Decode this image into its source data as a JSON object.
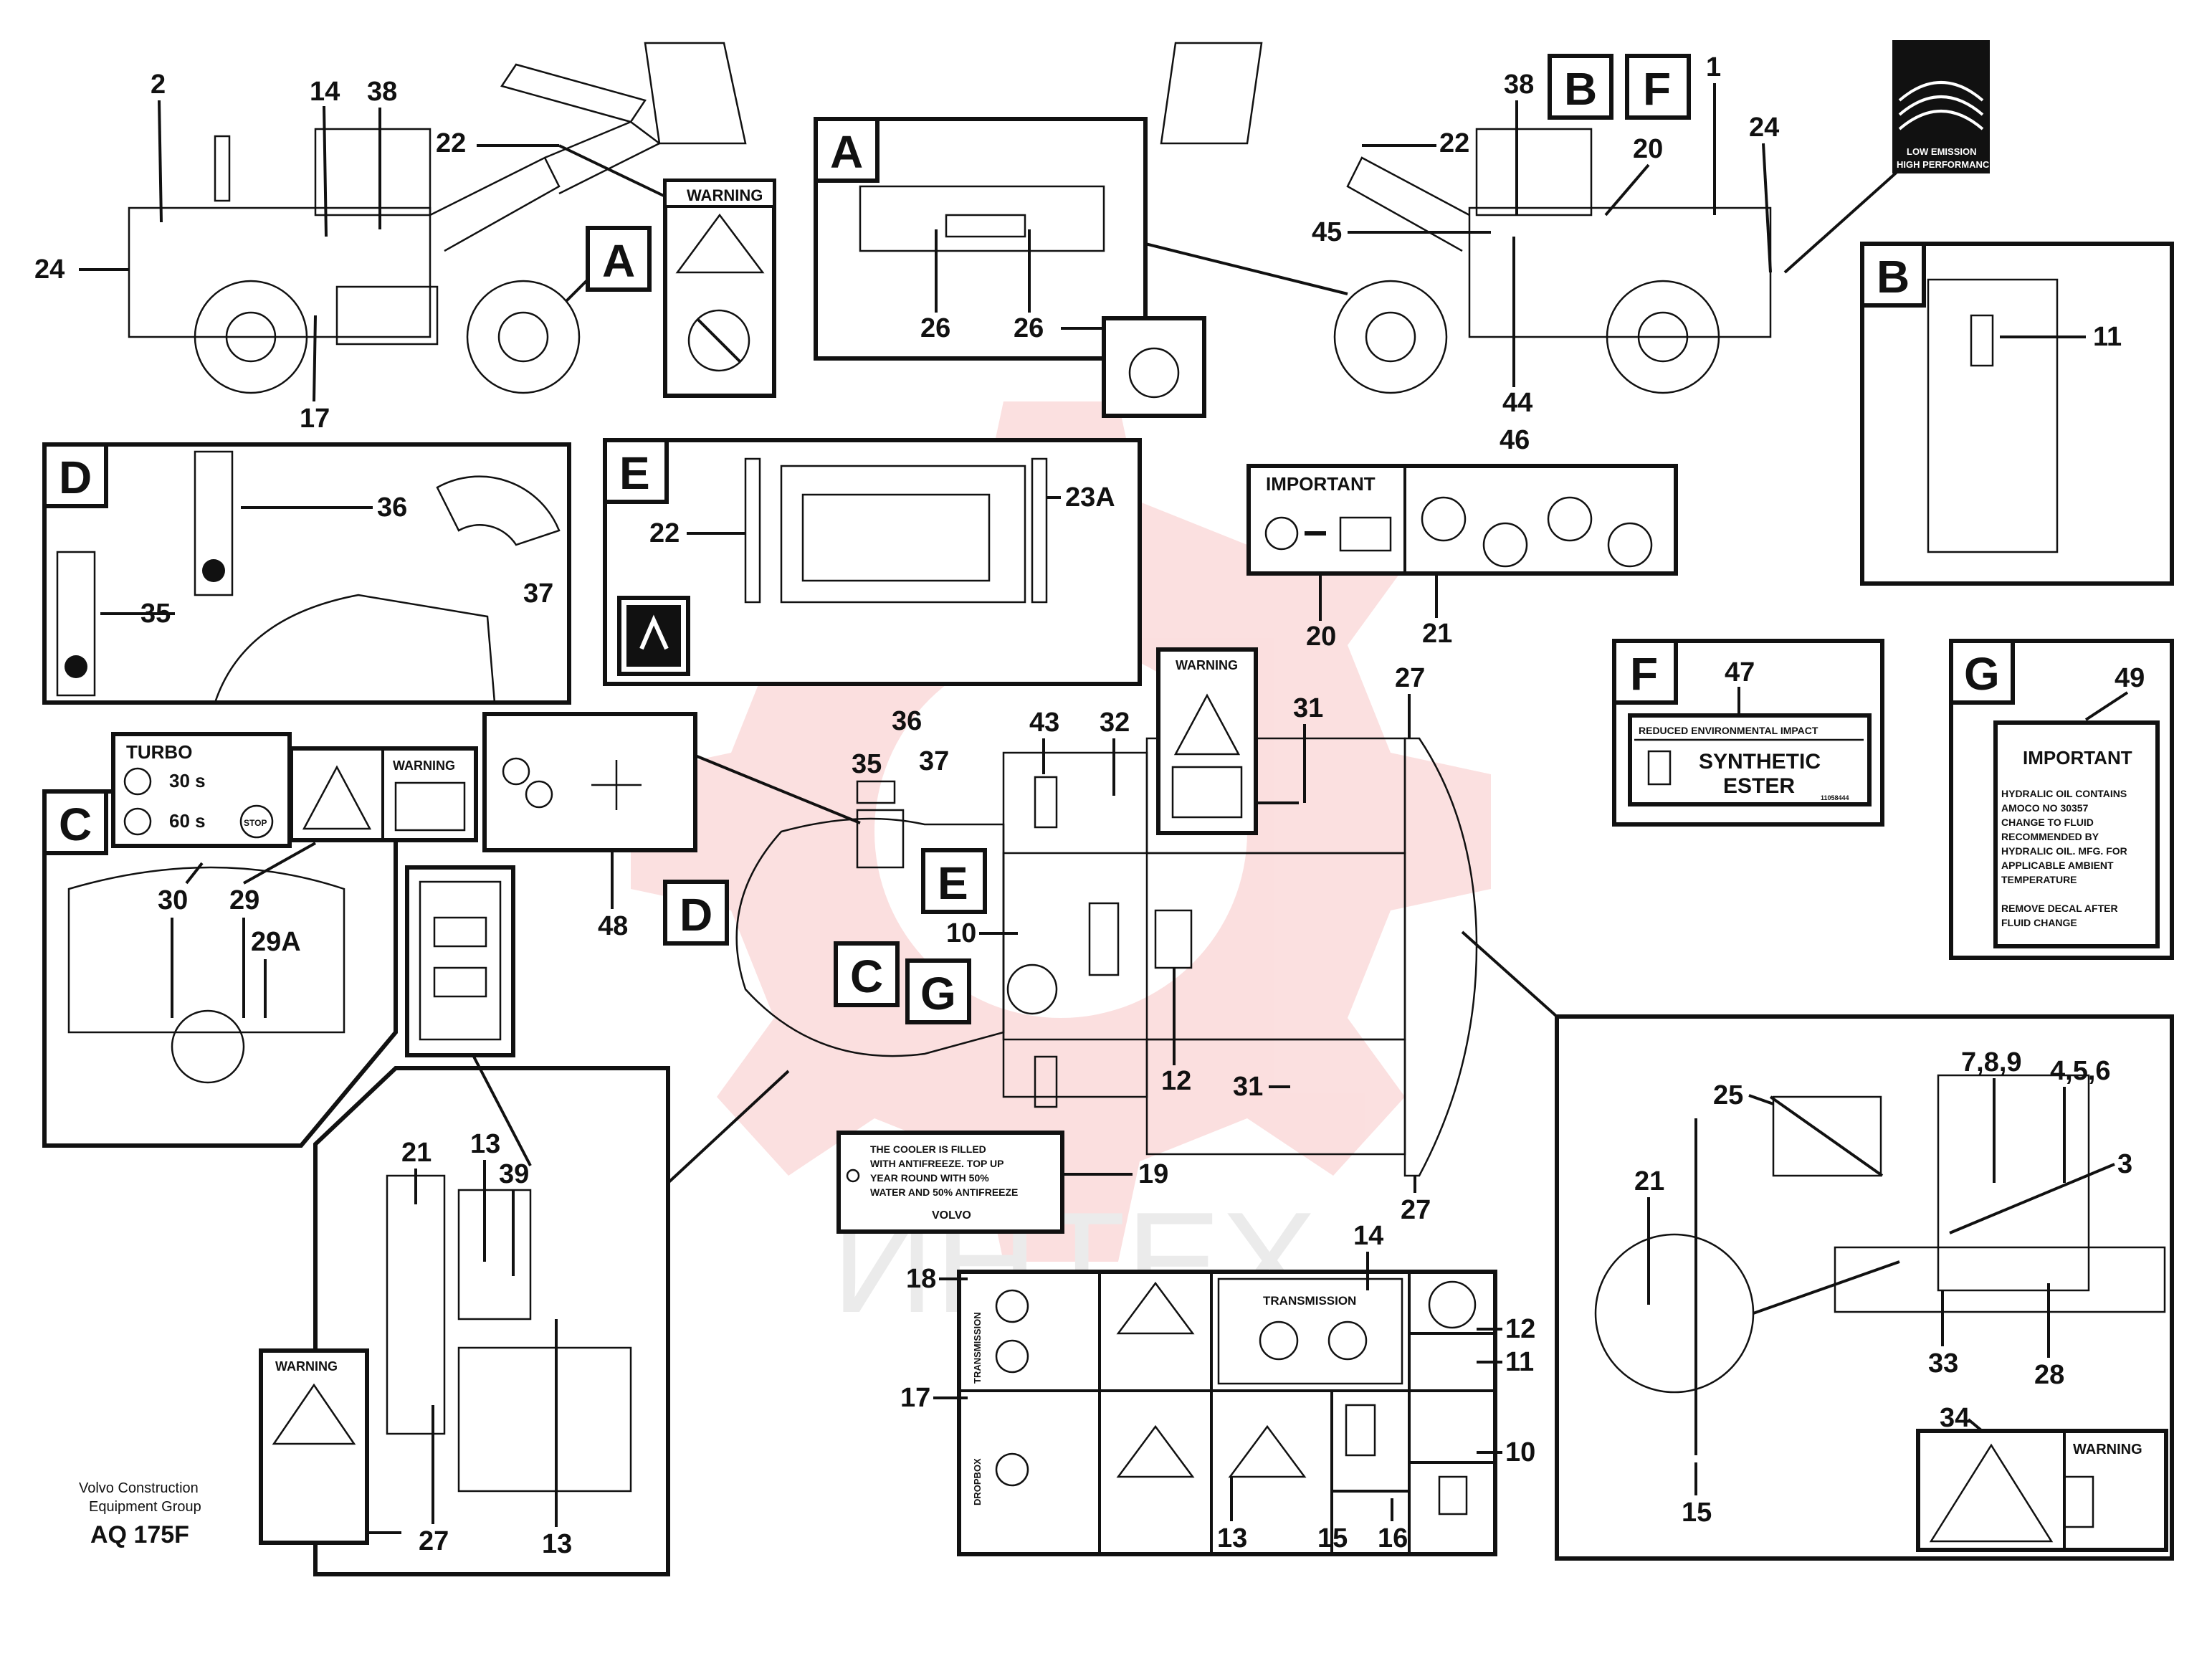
{
  "watermark": {
    "text": "ИНТЕХ",
    "color": "#e8a0a0"
  },
  "footer": {
    "company_line1": "Volvo Construction",
    "company_line2": "Equipment Group",
    "drawing_code": "AQ 175F"
  },
  "callouts": {
    "left_loader": [
      "2",
      "14",
      "38",
      "22",
      "24",
      "17"
    ],
    "right_loader": [
      "38",
      "1",
      "22",
      "20",
      "24",
      "45",
      "44"
    ],
    "a": [
      "26",
      "26"
    ],
    "b": [
      "11"
    ],
    "d": [
      "36",
      "35",
      "37"
    ],
    "e": [
      "22",
      "23A"
    ],
    "c": [
      "30",
      "29",
      "29A"
    ],
    "top_view": [
      "35",
      "36",
      "37",
      "43",
      "32",
      "31",
      "27",
      "31",
      "10",
      "12",
      "27"
    ],
    "decal_48": "48",
    "engine": [
      "21",
      "13",
      "39",
      "13",
      "27"
    ],
    "decal_panel": [
      "14",
      "18",
      "17",
      "12",
      "11",
      "10",
      "13",
      "15",
      "16"
    ],
    "decal_19": "19",
    "decal_20": "20",
    "decal_21": "21",
    "decal_46": "46",
    "f": "47",
    "g": "49",
    "rear": [
      "25",
      "7,8,9",
      "4,5,6",
      "3",
      "21",
      "33",
      "28",
      "15",
      "34"
    ]
  },
  "box_letters": [
    "A",
    "B",
    "C",
    "D",
    "E",
    "F",
    "G"
  ],
  "decals": {
    "warning": "WARNING",
    "important": "IMPORTANT",
    "turbo": {
      "title": "TURBO",
      "t1": "30 s",
      "t2": "60 s",
      "stop": "STOP"
    },
    "low_emission_line1": "LOW EMISSION",
    "low_emission_line2": "HIGH PERFORMANCE",
    "f_decal": {
      "header": "REDUCED ENVIRONMENTAL IMPACT",
      "line1": "SYNTHETIC",
      "line2": "ESTER",
      "code": "11058444"
    },
    "g_decal": {
      "title": "IMPORTANT",
      "lines": [
        "HYDRALIC OIL CONTAINS",
        "AMOCO NO 30357",
        "CHANGE TO FLUID",
        "RECOMMENDED BY",
        "HYDRALIC OIL. MFG. FOR",
        "APPLICABLE AMBIENT",
        "TEMPERATURE"
      ],
      "footer_lines": [
        "REMOVE DECAL AFTER",
        "FLUID CHANGE"
      ]
    },
    "cooler": {
      "lines": [
        "THE COOLER IS FILLED",
        "WITH ANTIFREEZE. TOP UP",
        "YEAR ROUND WITH 50%",
        "WATER AND 50% ANTIFREEZE"
      ],
      "brand": "VOLVO"
    },
    "transmission_vertical": "TRANSMISSION",
    "dropbox_vertical": "DROPBOX",
    "transmission_header": "TRANSMISSION"
  },
  "colors": {
    "line": "#111111",
    "watermark": "#f2b4b4",
    "paper": "#ffffff"
  }
}
